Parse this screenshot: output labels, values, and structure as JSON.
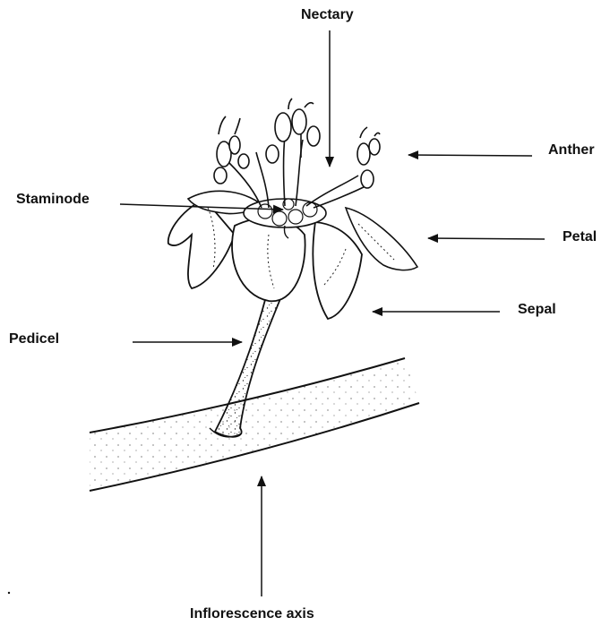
{
  "labels": {
    "nectary": "Nectary",
    "anther": "Anther",
    "staminode": "Staminode",
    "petal": "Petal",
    "sepal": "Sepal",
    "pedicel": "Pedicel",
    "inflorescence_axis": "Inflorescence axis"
  },
  "colors": {
    "ink": "#111111",
    "background": "#ffffff"
  }
}
